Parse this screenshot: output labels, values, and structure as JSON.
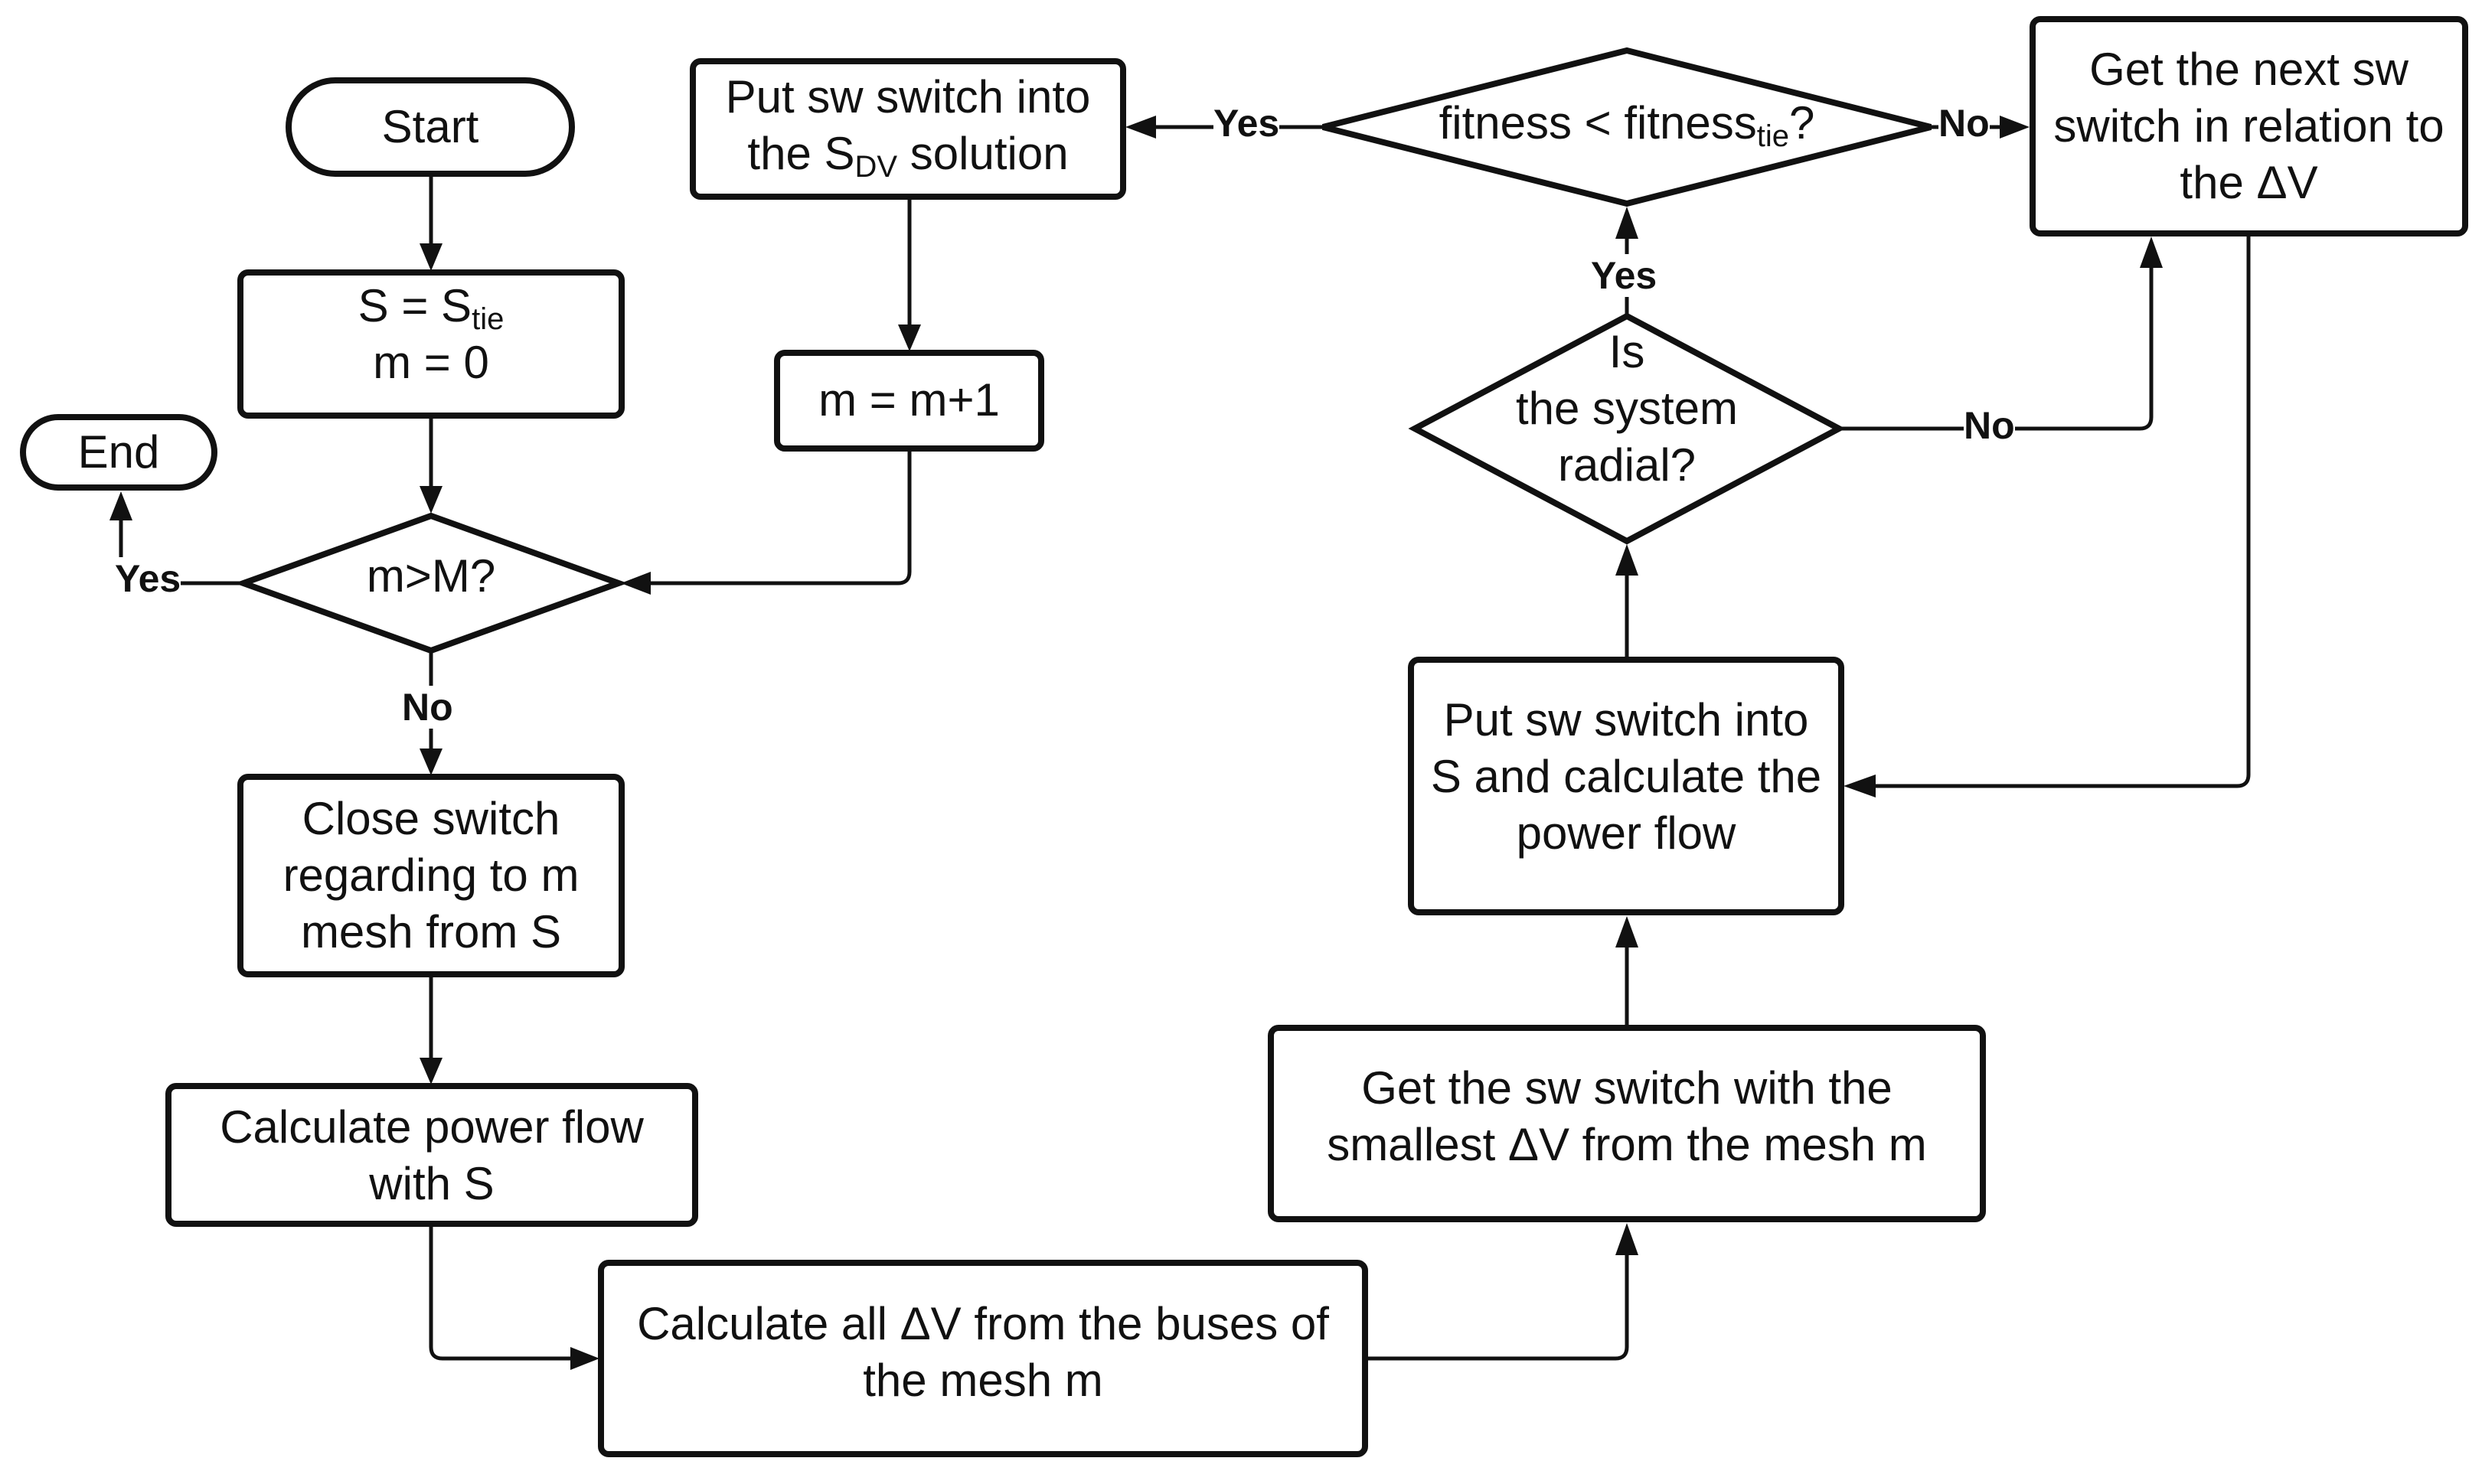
{
  "nodes": {
    "start": {
      "text": "Start"
    },
    "init": {
      "line1_prefix": "S = S",
      "line1_sub": "tie",
      "line2": "m = 0"
    },
    "end": {
      "text": "End"
    },
    "mcheck": {
      "text": "m>M?"
    },
    "close_switch": {
      "line1": "Close switch",
      "line2": "regarding to m",
      "line3": "mesh from S"
    },
    "calc_power_flow": {
      "line1": "Calculate power flow",
      "line2": "with S"
    },
    "calc_all_dv": {
      "line1": "Calculate all ΔV from the buses of",
      "line2": "the mesh m"
    },
    "get_smallest": {
      "line1": "Get the sw switch with the",
      "line2": "smallest  ΔV from the mesh m"
    },
    "put_into_s": {
      "line1": "Put sw switch into",
      "line2": "S and calculate the",
      "line3": "power flow"
    },
    "radial_check": {
      "line1": "Is",
      "line2": "the system",
      "line3": "radial?"
    },
    "fitness_check": {
      "prefix": "fitness < fitness",
      "sub": "tie",
      "suffix": "?"
    },
    "put_into_sdv": {
      "line1": "Put sw switch into",
      "line2_prefix": "the S",
      "line2_sub": "DV",
      "line2_suffix": " solution"
    },
    "increment_m": {
      "text": "m = m+1"
    },
    "next_switch": {
      "line1": "Get the next sw",
      "line2": "switch in relation to",
      "line3": "the ΔV"
    }
  },
  "edge_labels": {
    "mcheck_yes": "Yes",
    "mcheck_no": "No",
    "radial_yes": "Yes",
    "radial_no": "No",
    "fitness_yes": "Yes",
    "fitness_no": "No"
  }
}
